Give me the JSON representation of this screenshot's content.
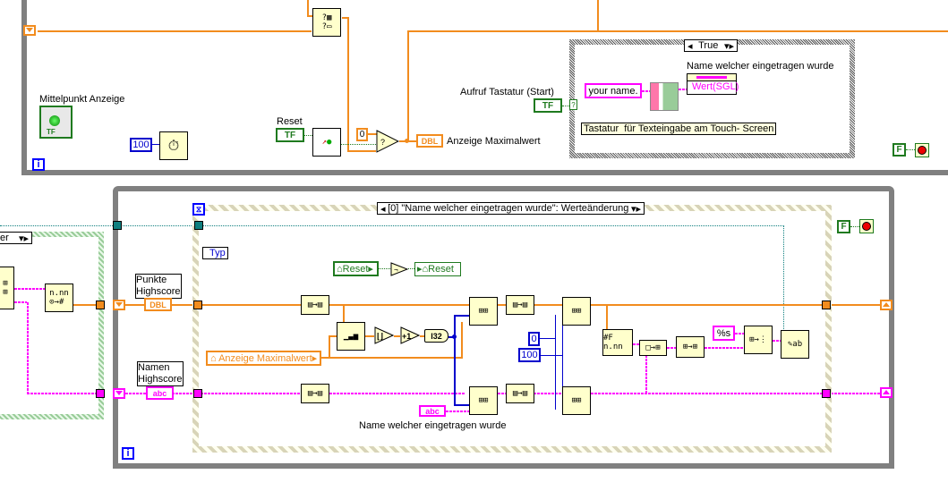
{
  "top_loop": {
    "labels": {
      "center_indicator": "Mittelpunkt Anzeige",
      "reset": "Reset",
      "keyboard_call": "Aufruf Tastatur (Start)",
      "max_value_indicator": "Anzeige Maximalwert",
      "name_entered": "Name welcher eingetragen wurde"
    },
    "constants": {
      "wait_ms": "100",
      "zero": "0",
      "your_name": "your name.",
      "stop_false": "F"
    },
    "terminals": {
      "bool_tf": "TF",
      "dbl": "DBL",
      "value_sgl": "Wert(SGL)",
      "case_q": "?"
    },
    "case_structure": {
      "selector_value": "True",
      "comment": "Tastatur  für Texteingabe am Touch- Screen"
    },
    "iteration": "i"
  },
  "bottom_loop": {
    "labels": {
      "points_highscore": "Punkte Highscore",
      "names_highscore": "Namen Highscore",
      "name_entered": "Name welcher eingetragen wurde"
    },
    "left_case_selector": "er",
    "terminals": {
      "dbl_array": "DBL",
      "abc_array": "abc",
      "i32": "I32",
      "abc": "abc",
      "format_string": "%s",
      "type": "Typ"
    },
    "event_structure": {
      "selector_value": "[0] \"Name welcher eingetragen wurde\": Werteänderung"
    },
    "local_variables": {
      "reset_read": "Reset",
      "reset_write": "Reset",
      "max_value": "Anzeige Maximalwert"
    },
    "constants": {
      "zero": "0",
      "hundred": "100",
      "stop_false": "F"
    },
    "iteration": "i"
  },
  "colors": {
    "orange_wire": "#f28c1e",
    "pink_wire": "#ff00ff",
    "blue_wire": "#0000cc",
    "green_bool": "#1f7a1f",
    "teal_wire": "#0f7f7f",
    "loop_gray": "#808080",
    "node_fill": "#ffffcc"
  }
}
